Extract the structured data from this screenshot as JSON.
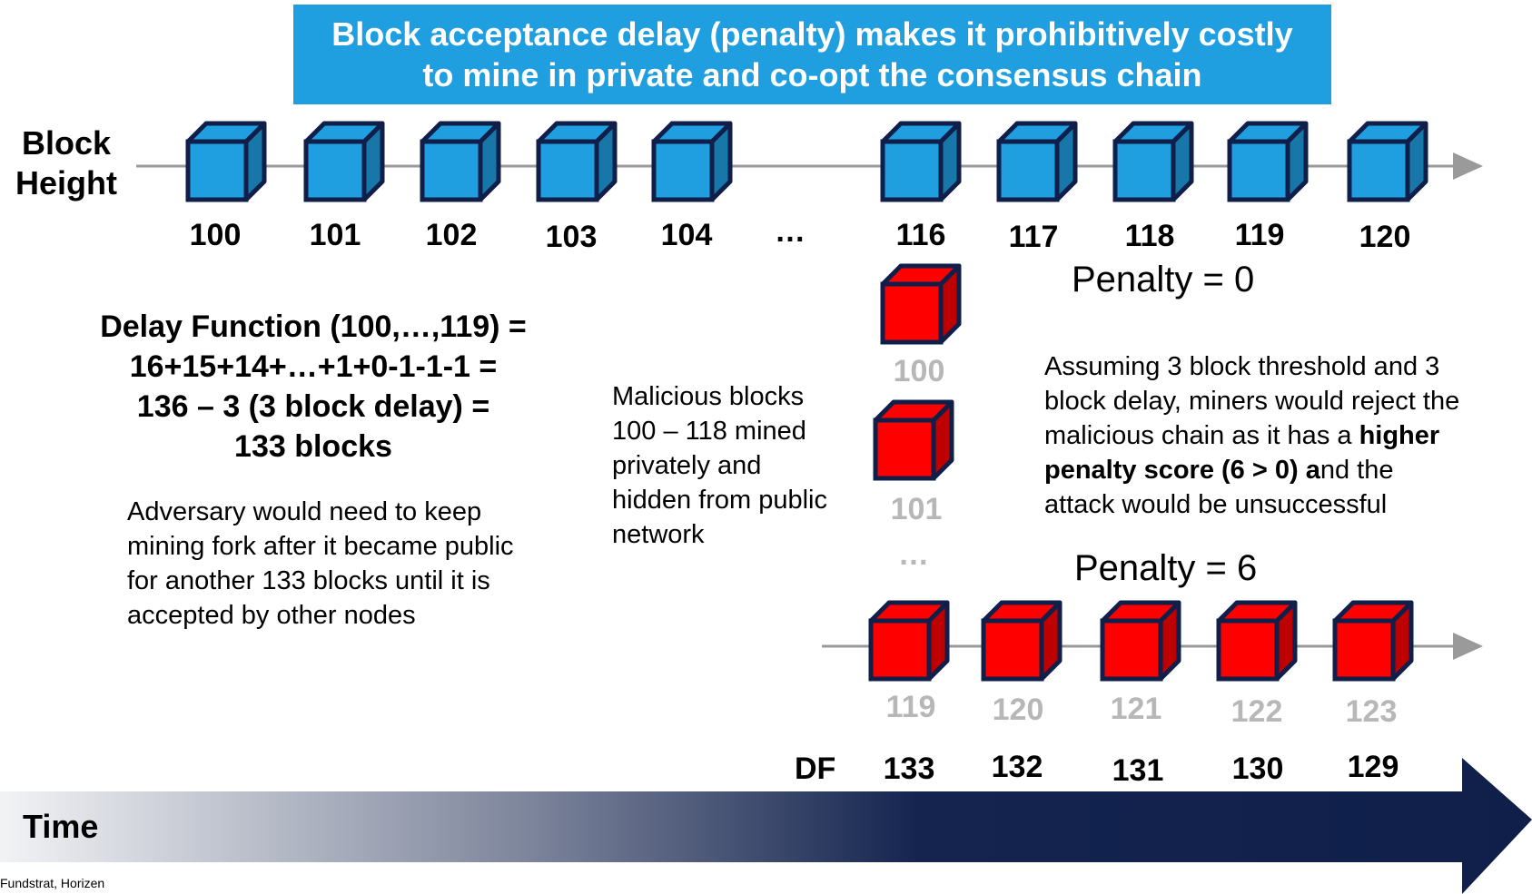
{
  "banner": {
    "line1": "Block acceptance delay (penalty) makes it prohibitively costly",
    "line2": "to mine in private and co-opt the consensus chain"
  },
  "axis": {
    "line1": "Block",
    "line2": "Height"
  },
  "public_chain": {
    "heights": [
      "100",
      "101",
      "102",
      "103",
      "104",
      "116",
      "117",
      "118",
      "119",
      "120"
    ],
    "ellipsis": "…",
    "color": "#1f9ee0",
    "penalty": "Penalty = 0"
  },
  "private_chain": {
    "hidden_heights": [
      "100",
      "101"
    ],
    "ellipsis": "…",
    "heights": [
      "119",
      "120",
      "121",
      "122",
      "123"
    ],
    "color": "#ff0000",
    "penalty": "Penalty = 6"
  },
  "delay_function": {
    "line1": "Delay Function (100,…,119) =",
    "line2": "16+15+14+…+1+0-1-1-1 =",
    "line3": "136 – 3 (3 block delay) =",
    "line4": "133 blocks"
  },
  "adversary_text": [
    "Adversary would need to keep",
    "mining fork after it became public",
    "for another 133 blocks until it is",
    "accepted by other nodes"
  ],
  "malicious_text": [
    "Malicious blocks",
    "100 – 118 mined",
    "privately and",
    "hidden from public",
    "network"
  ],
  "assumption_text": {
    "line1": "Assuming 3 block threshold and 3",
    "line2": "block delay, miners would reject the",
    "line3_a": "malicious chain as it has a ",
    "line3_b": "higher",
    "line4_a": "penalty score (6 > 0) a",
    "line4_b": "nd the",
    "line5": "attack would be unsuccessful"
  },
  "df": {
    "label": "DF",
    "values": [
      "133",
      "132",
      "131",
      "130",
      "129"
    ]
  },
  "time": {
    "label": "Time"
  },
  "source": "Fundstrat, Horizen",
  "colors": {
    "accent": "#1f9ee0",
    "malicious": "#ff0000",
    "cube_edge": "#0f1f4a",
    "navy": "#0f1f4a"
  }
}
